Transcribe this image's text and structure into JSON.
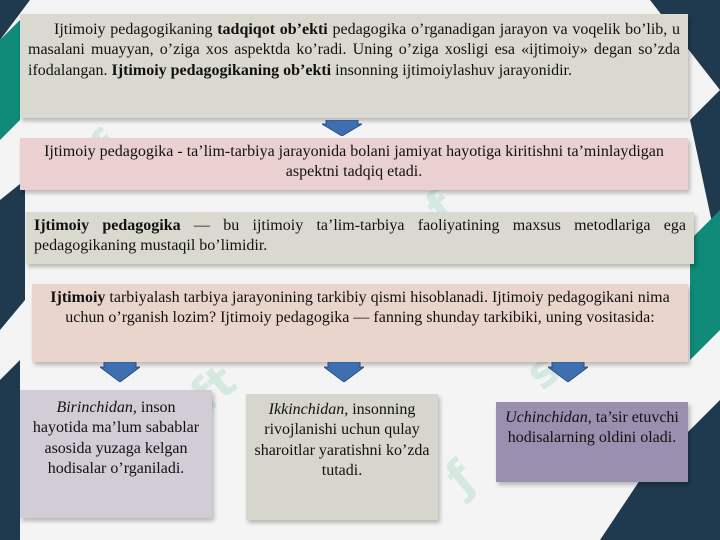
{
  "colors": {
    "box1": "#d9d9cf",
    "box2": "#ead0d0",
    "box3": "#d9d9cf",
    "box4": "#ead5cc",
    "box5": "#d2ccd6",
    "box6": "#d6d6cc",
    "box7": "#9b8fb0",
    "arrow": "#3f6fb0",
    "dark_corner": "#1f3a4e",
    "green_corner": "#0f8a78"
  },
  "box1": {
    "p1": "Ijtimoiy pedagogikaning ",
    "b1": "tadqiqot ob’ekti",
    "p2": " pedagogika o’rganadigan jarayon va voqelik bo’lib, u masalani muayyan, o’ziga xos aspektda ko’radi. Uning o’ziga xosligi esa «ijtimoiy» degan so’zda ifodalangan. ",
    "b2": "Ijtimoiy pedagogikaning ob’ekti",
    "p3": " insonning ijtimoiylashuv jarayonidir."
  },
  "box2": {
    "text": "Ijtimoiy pedagogika - ta’lim-tarbiya jarayonida bolani jamiyat hayotiga kiritishni ta’minlaydigan aspektni tadqiq etadi."
  },
  "box3": {
    "b1": "Ijtimoiy pedagogika",
    "p1": " — bu ijtimoiy ta’lim-tarbiya faoliyatining maxsus metodlariga ega pedagogikaning mustaqil bo’limidir."
  },
  "box4": {
    "b1": "Ijtimoiy",
    "p1": " tarbiyalash tarbiya jarayonining tarkibiy qismi hisoblanadi. Ijtimoiy pedagogikani nima uchun o’rganish lozim? Ijtimoiy pedagogika — fanning shunday tarkibiki, uning vositasida:"
  },
  "box5": {
    "i1": "Birinchidan",
    "p1": ", inson hayotida ma’lum sabablar asosida yuzaga kelgan hodisalar o’rganiladi."
  },
  "box6": {
    "i1": "Ikkinchidan",
    "p1": ", insonning rivojlanishi uchun qulay sharoitlar yaratishni ko’zda tutadi."
  },
  "box7": {
    "i1": "Uchinchidan",
    "p1": ", ta’sir etuvchi hodisalarning oldini oladi."
  }
}
